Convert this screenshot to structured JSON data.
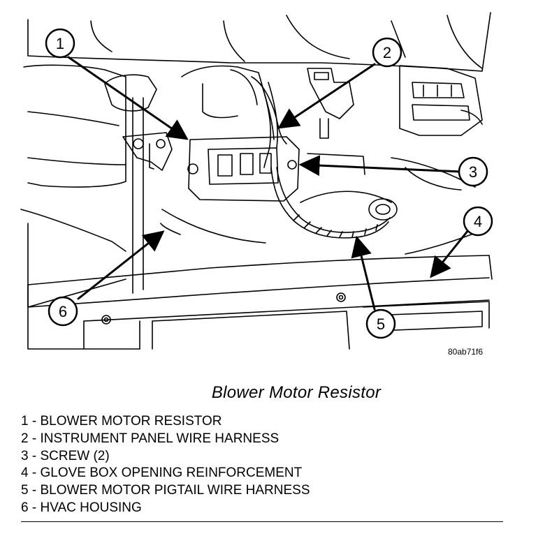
{
  "figure": {
    "reference_code": "80ab71f6",
    "caption": "Blower Motor Resistor",
    "callouts": [
      "1",
      "2",
      "3",
      "4",
      "5",
      "6"
    ]
  },
  "legend": {
    "items": [
      {
        "number": "1",
        "separator": " - ",
        "text": "BLOWER MOTOR RESISTOR"
      },
      {
        "number": "2",
        "separator": " - ",
        "text": "INSTRUMENT PANEL WIRE HARNESS"
      },
      {
        "number": "3",
        "separator": " - ",
        "text": "SCREW (2)"
      },
      {
        "number": "4",
        "separator": " - ",
        "text": "GLOVE BOX OPENING REINFORCEMENT"
      },
      {
        "number": "5",
        "separator": " - ",
        "text": "BLOWER MOTOR PIGTAIL WIRE HARNESS"
      },
      {
        "number": "6",
        "separator": " - ",
        "text": "HVAC HOUSING"
      }
    ]
  }
}
